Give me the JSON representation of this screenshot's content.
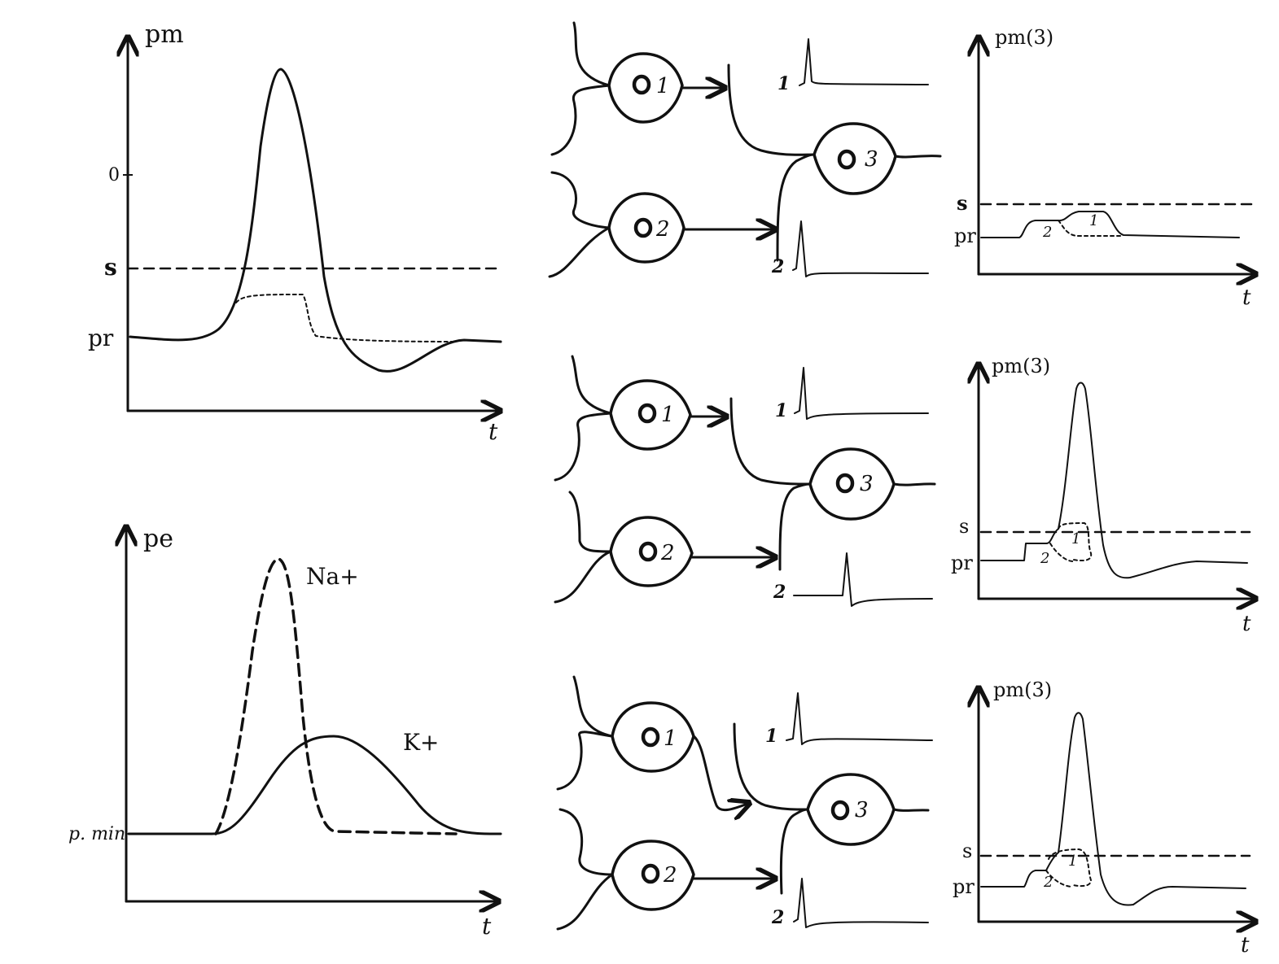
{
  "graph_pm": {
    "y_axis_label": "pm",
    "x_axis_label": "t",
    "level_labels": {
      "zero": "0",
      "threshold": "s",
      "rest": "pr"
    }
  },
  "graph_pe": {
    "y_axis_label": "pe",
    "x_axis_label": "t",
    "baseline_label": "p. min",
    "series_na_label": "Na+",
    "series_k_label": "K+"
  },
  "neuron_labels": {
    "n1": "1",
    "n2": "2",
    "n3": "3"
  },
  "trace_labels": {
    "t1": "1",
    "t2": "2"
  },
  "small_graphs": {
    "y_axis_label": "pm(3)",
    "x_axis_label": "t",
    "threshold_label": "s",
    "rest_label": "pr",
    "epsp_label_1": "1",
    "epsp_label_2": "2"
  }
}
